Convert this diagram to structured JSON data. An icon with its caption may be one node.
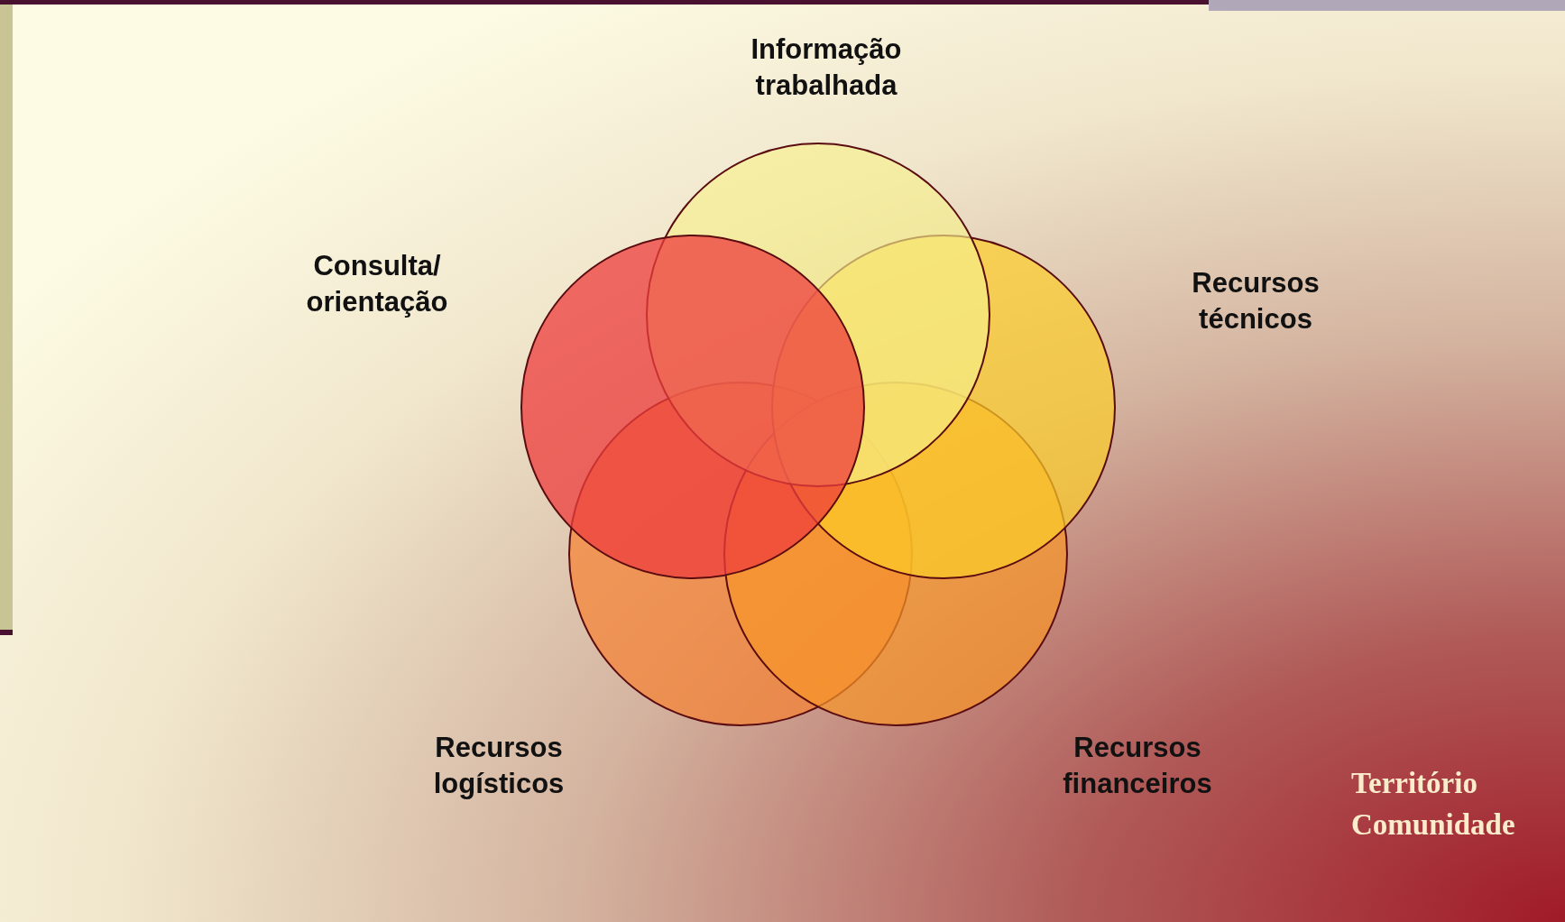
{
  "diagram": {
    "nodes": [
      {
        "text": [
          "Informação trabalhada"
        ]
      },
      {
        "text": [
          "Consulta/ orientação"
        ]
      },
      {
        "text": [
          "Recursos técnicos"
        ]
      },
      {
        "text": [
          "Recursos logísticos"
        ]
      },
      {
        "text": [
          "Recursos financeiros"
        ]
      }
    ],
    "labels": [
      "Território",
      "Comunidade"
    ]
  }
}
